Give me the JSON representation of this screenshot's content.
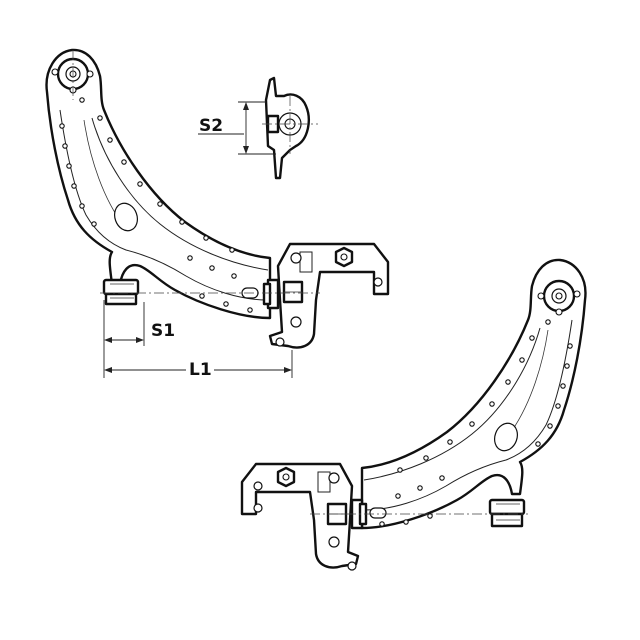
{
  "diagram": {
    "dimension_labels": {
      "s2": "S2",
      "s1": "S1",
      "l1": "L1"
    },
    "colors": {
      "line": "#111111",
      "background": "#ffffff",
      "shade": "#e6e6e6"
    }
  }
}
